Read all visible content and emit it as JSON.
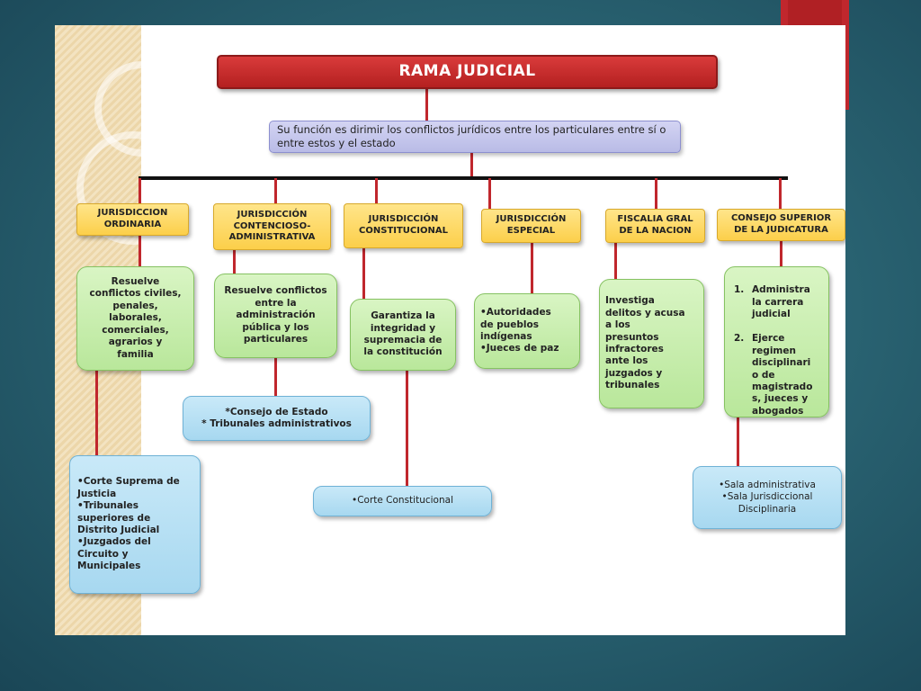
{
  "title": "RAMA JUDICIAL",
  "description": "Su función es dirimir los conflictos jurídicos entre los particulares entre sí o entre estos y el estado",
  "branches": [
    {
      "heading": "JURISDICCION\nORDINARIA",
      "function": "Resuelve\nconflictos civiles,\npenales,\nlaborales,\ncomerciales,\nagrarios y\nfamilia",
      "bodies": "•Corte Suprema de\nJusticia\n•Tribunales\nsuperiores de\nDistrito Judicial\n•Juzgados del\nCircuito y\nMunicipales"
    },
    {
      "heading": "JURISDICCIÓN\nCONTENCIOSO-\nADMINISTRATIVA",
      "function": "Resuelve conflictos\nentre la\nadministración\npública y los\nparticulares",
      "bodies": "*Consejo de Estado\n* Tribunales administrativos"
    },
    {
      "heading": "JURISDICCIÓN\nCONSTITUCIONAL",
      "function": "Garantiza la\nintegridad y\nsupremacia de\nla constitución",
      "bodies": "•Corte Constitucional"
    },
    {
      "heading": "JURISDICCIÓN\nESPECIAL",
      "function": "•Autoridades\nde pueblos\nindígenas\n•Jueces de paz"
    },
    {
      "heading": "FISCALIA GRAL\nDE LA NACION",
      "function": "Investiga\ndelitos y acusa\na los\npresuntos\ninfractores\nante los\njuzgados y\ntribunales"
    },
    {
      "heading": "CONSEJO SUPERIOR\nDE LA JUDICATURA",
      "functions": [
        {
          "num": "1.",
          "text": "Administra\nla carrera\njudicial"
        },
        {
          "num": "2.",
          "text": "Ejerce\nregimen\ndisciplinari\no de\nmagistrado\ns, jueces y\nabogados"
        }
      ],
      "bodies": "•Sala administrativa\n•Sala Jurisdiccional\nDisciplinaria"
    }
  ],
  "colors": {
    "title_red": "#c0272d",
    "connector_red": "#c0272d",
    "heading_yellow": "#fcd55e",
    "function_green": "#c6eeaa",
    "bodies_blue": "#b3dff4",
    "description_purple": "#c5c7ee"
  }
}
